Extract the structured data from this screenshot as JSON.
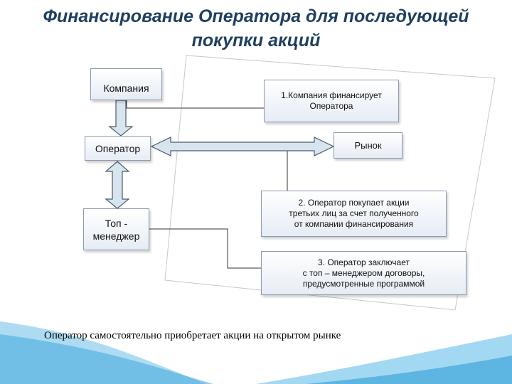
{
  "title": {
    "line1": "Финансирование Оператора для последующей",
    "line2": "покупки акций"
  },
  "nodes": {
    "company": "Компания",
    "operator": "Оператор",
    "top_manager": [
      "Топ -",
      "менеджер"
    ],
    "market": "Рынок"
  },
  "steps": {
    "step1": [
      "1.Компания финансирует",
      "Оператора"
    ],
    "step2": [
      "2. Оператор покупает акции",
      "третьих лиц за счет полученного",
      "от компании финансирования"
    ],
    "step3": [
      "3. Оператор заключает",
      "с топ – менеджером договоры,",
      "предусмотренные программой"
    ]
  },
  "footnote": "Оператор самостоятельно приобретает акции на открытом рынке",
  "colors": {
    "title": "#1f3f5f",
    "box_border": "#8a9ab0",
    "arrow_fill": "#d8e4ee",
    "arrow_stroke": "#4a5a70",
    "wave": "#6fc1e8"
  }
}
